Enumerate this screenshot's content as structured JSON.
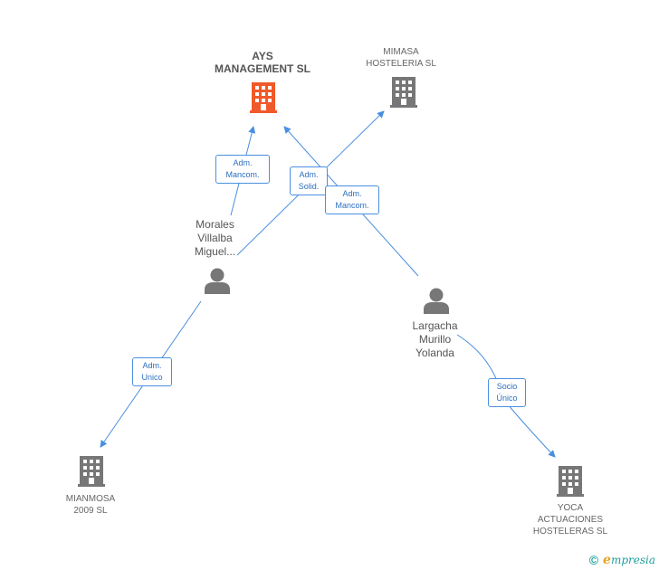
{
  "colors": {
    "main_company": "#f05a2a",
    "company": "#777777",
    "person": "#777777",
    "edge": "#4a8fe0"
  },
  "nodes": {
    "ays": {
      "label": "AYS\nMANAGEMENT SL",
      "icon": "building-icon"
    },
    "mimasa": {
      "label": "MIMASA\nHOSTELERIA SL",
      "icon": "building-icon"
    },
    "morales": {
      "label": "Morales\nVillalba\nMiguel...",
      "icon": "person-icon"
    },
    "largacha": {
      "label": "Largacha\nMurillo\nYolanda",
      "icon": "person-icon"
    },
    "mianmosa": {
      "label": "MIANMOSA\n2009 SL",
      "icon": "building-icon"
    },
    "yoca": {
      "label": "YOCA\nACTUACIONES\nHOSTELERAS SL",
      "icon": "building-icon"
    }
  },
  "edges": {
    "morales_ays": "Adm.\nMancom.",
    "morales_mimasa": "Adm.\nSolid.",
    "largacha_ays": "Adm.\nMancom.",
    "morales_mianmosa": "Adm.\nUnico",
    "largacha_yoca": "Socio\nÚnico"
  },
  "footer": {
    "copyright": "©",
    "brand_initial": "e",
    "brand_rest": "mpresia"
  }
}
